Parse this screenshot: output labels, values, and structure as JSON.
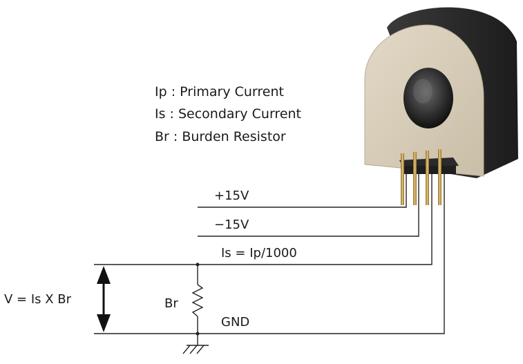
{
  "legend": {
    "ip": "Ip : Primary Current",
    "is": "Is : Secondary Current",
    "br": "Br : Burden Resistor"
  },
  "signals": {
    "plus15": "+15V",
    "minus15": "−15V",
    "is_out": "Is = Ip/1000",
    "gnd": "GND"
  },
  "resistor_label": "Br",
  "voltage_formula": "V = Is X Br",
  "colors": {
    "sensor_face": "#d9cfbc",
    "sensor_body": "#2e2e2e",
    "pin_gold": "#c9a24a",
    "wire": "#222222"
  }
}
